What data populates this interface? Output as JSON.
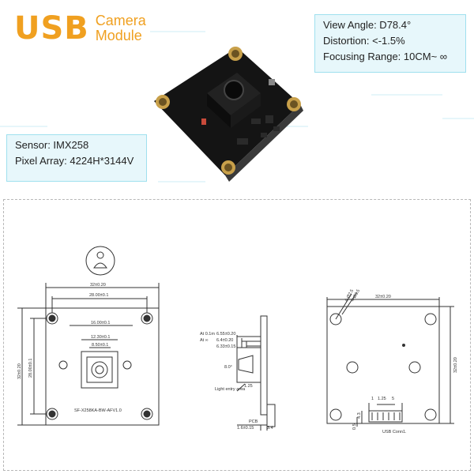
{
  "brand": {
    "title": "USB",
    "subtitle_line1": "Camera",
    "subtitle_line2": "Module",
    "accent_color": "#f0a020"
  },
  "specs_right": {
    "view_angle": "View Angle: D78.4°",
    "distortion": "Distortion: <-1.5%",
    "focusing_range": "Focusing Range: 10CM~ ∞"
  },
  "specs_left": {
    "sensor": "Sensor: IMX258",
    "pixel_array": "Pixel Array: 4224H*3144V"
  },
  "drawing": {
    "front": {
      "overall_width": "32±0.20",
      "hole_pitch_x": "28.00±0.1",
      "width_16": "16.00±0.1",
      "width_12": "12.30±0.1",
      "width_8": "8.50±0.1",
      "height_overall": "32±0.20",
      "height_holes": "28.00±0.1",
      "model": "SF-X258KA-BW-AFV1.0"
    },
    "side": {
      "dim1": "6.55±0.20",
      "dim2": "6.4±0.20",
      "dim3": "6.33±0.15",
      "af_max": "At 0.1m",
      "af_inf": "At ∞",
      "angle": "8.0°",
      "small": "1.25",
      "light_label": "Light entry area",
      "pcb_label": "PCB",
      "pcb_thick": "1.6±0.15",
      "conn_height": "3.4"
    },
    "back": {
      "width": "32±0.20",
      "height": "32±0.20",
      "hole1": "4-Ø2.5",
      "hole2": "4-Ø3.5",
      "conn_pins": "1",
      "conn_pitch": "1.25",
      "conn_pin5": "5",
      "conn_h1": "4.3",
      "conn_h2": "0.5",
      "conn_label": "USB Conn1."
    }
  }
}
